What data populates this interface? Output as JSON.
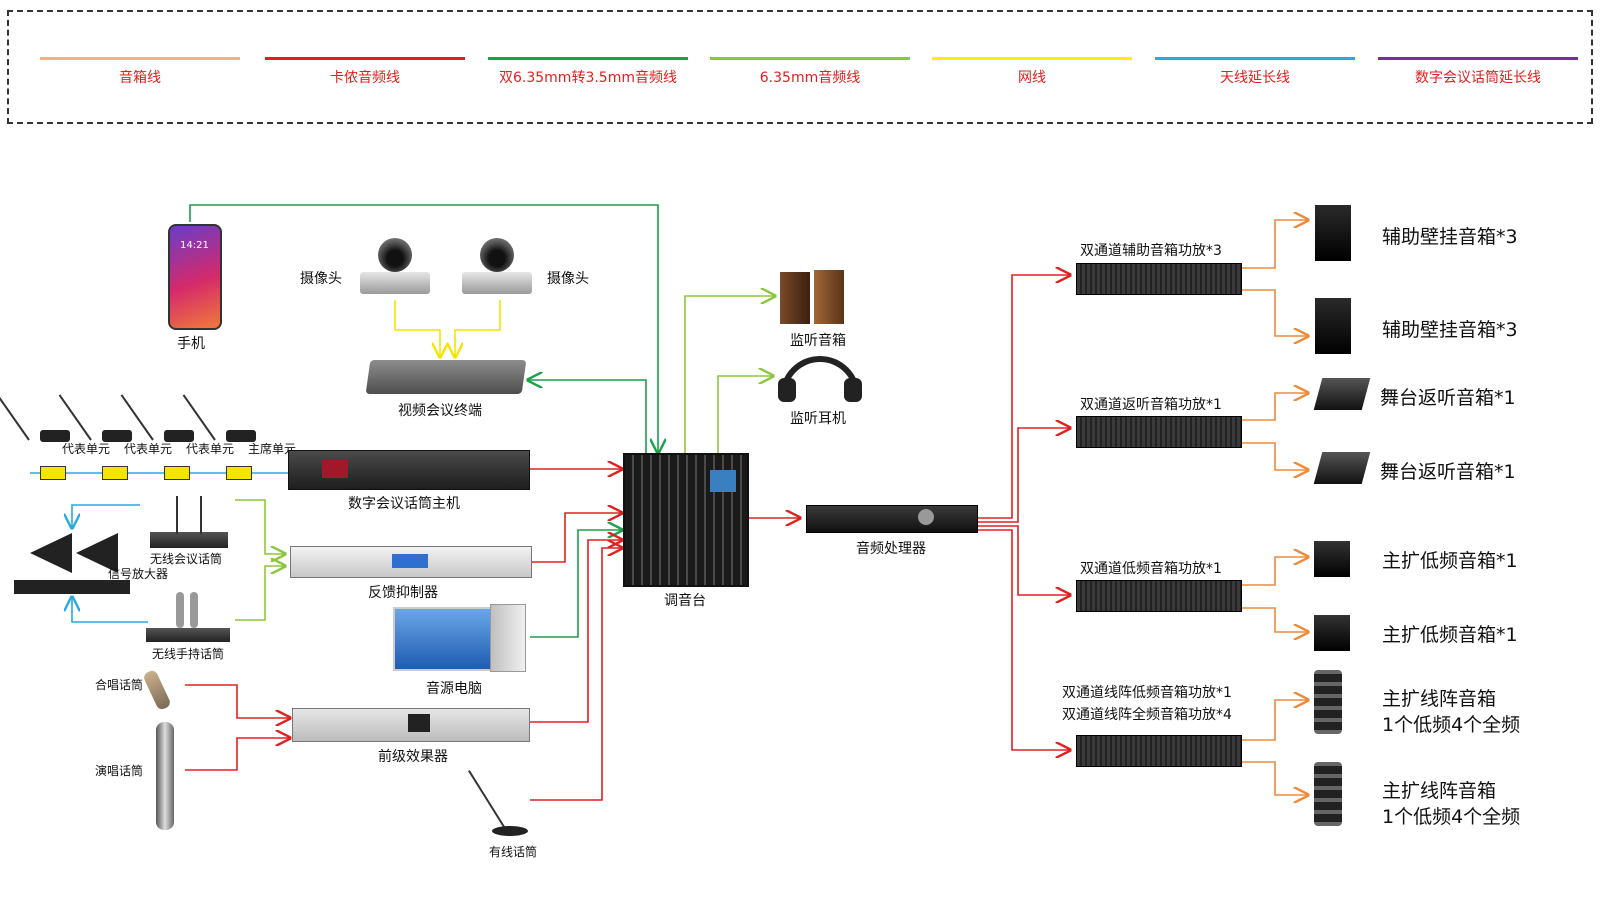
{
  "legend": [
    {
      "label": "音箱线",
      "color": "#f4b183"
    },
    {
      "label": "卡侬音频线",
      "color": "#e02020"
    },
    {
      "label": "双6.35mm转3.5mm音频线",
      "color": "#1aa04a"
    },
    {
      "label": "6.35mm音频线",
      "color": "#8cc63f"
    },
    {
      "label": "网线",
      "color": "#ffee00"
    },
    {
      "label": "天线延长线",
      "color": "#29a9e0"
    },
    {
      "label": "数字会议话筒延长线",
      "color": "#7030a0"
    }
  ],
  "devices": {
    "phone": "手机",
    "phone_time": "14:21",
    "camera1": "摄像头",
    "camera2": "摄像头",
    "video_terminal": "视频会议终端",
    "delegate1": "代表单元",
    "delegate2": "代表单元",
    "delegate3": "代表单元",
    "chairman": "主席单元",
    "conf_host": "数字会议话筒主机",
    "wireless_conf_mic": "无线会议话筒",
    "signal_amp": "信号放大器",
    "wireless_handheld": "无线手持话筒",
    "feedback": "反馈抑制器",
    "source_pc": "音源电脑",
    "chorus_mic": "合唱话筒",
    "vocal_mic": "演唱话筒",
    "pre_effects": "前级效果器",
    "wired_mic": "有线话筒",
    "mixer": "调音台",
    "monitor_speaker": "监听音箱",
    "monitor_headphone": "监听耳机",
    "processor": "音频处理器",
    "amp1": "双通道辅助音箱功放*3",
    "amp2": "双通道返听音箱功放*1",
    "amp3": "双通道低频音箱功放*1",
    "amp4_line1": "双通道线阵低频音箱功放*1",
    "amp4_line2": "双通道线阵全频音箱功放*4"
  },
  "speakers": {
    "aux1": "辅助壁挂音箱*3",
    "aux2": "辅助壁挂音箱*3",
    "stage1": "舞台返听音箱*1",
    "stage2": "舞台返听音箱*1",
    "sub1": "主扩低频音箱*1",
    "sub2": "主扩低频音箱*1",
    "line1_a": "主扩线阵音箱",
    "line1_b": "1个低频4个全频",
    "line2_a": "主扩线阵音箱",
    "line2_b": "1个低频4个全频"
  }
}
